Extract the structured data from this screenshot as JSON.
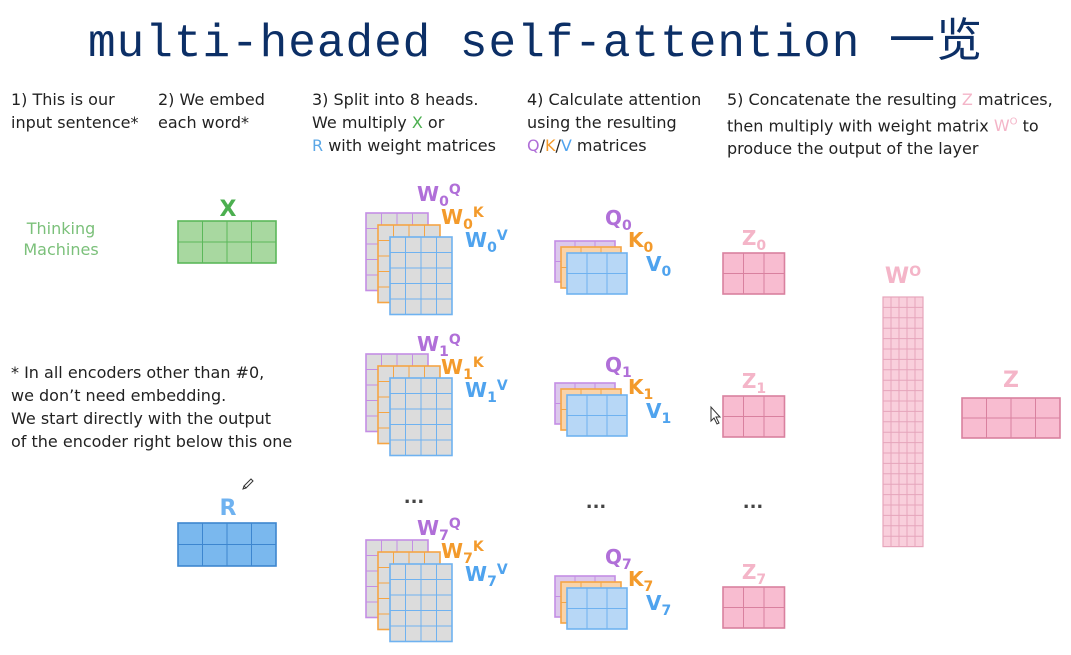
{
  "title": "multi-headed self-attention 一览",
  "steps": {
    "s1": {
      "line1": "1) This is our",
      "line2": "input sentence*"
    },
    "s2": {
      "line1": "2) We embed",
      "line2": "each word*"
    },
    "s3": {
      "line1": "3) Split into 8 heads.",
      "line2a": "We multiply ",
      "x": "X",
      "line2b": " or",
      "r": "R",
      "line3": " with weight matrices"
    },
    "s4": {
      "line1": "4) Calculate attention",
      "line2": "using the resulting",
      "q": "Q",
      "sep1": "/",
      "k": "K",
      "sep2": "/",
      "v": "V",
      "line3": " matrices"
    },
    "s5": {
      "line1a": "5) Concatenate the resulting ",
      "z": "Z",
      "line1b": " matrices,",
      "line2a": "then multiply with weight matrix ",
      "wo": "W",
      "wo_sup": "O",
      "line2b": " to",
      "line3": "produce the output of the layer"
    }
  },
  "input_sentence": {
    "word1": "Thinking",
    "word2": "Machines"
  },
  "note": {
    "line1": "* In all encoders other than #0,",
    "line2": "we don’t need embedding.",
    "line3": "We start directly with the output",
    "line4": "of the encoder right below this one"
  },
  "matrix_labels": {
    "x": "X",
    "r": "R",
    "wo": "W",
    "wo_sup": "O",
    "z": "Z"
  },
  "heads": [
    {
      "wq": "W",
      "wq_sub": "0",
      "wq_sup": "Q",
      "wk": "W",
      "wk_sub": "0",
      "wk_sup": "K",
      "wv": "W",
      "wv_sub": "0",
      "wv_sup": "V",
      "q": "Q",
      "q_sub": "0",
      "k": "K",
      "k_sub": "0",
      "v": "V",
      "v_sub": "0",
      "z": "Z",
      "z_sub": "0"
    },
    {
      "wq": "W",
      "wq_sub": "1",
      "wq_sup": "Q",
      "wk": "W",
      "wk_sub": "1",
      "wk_sup": "K",
      "wv": "W",
      "wv_sub": "1",
      "wv_sup": "V",
      "q": "Q",
      "q_sub": "1",
      "k": "K",
      "k_sub": "1",
      "v": "V",
      "v_sub": "1",
      "z": "Z",
      "z_sub": "1"
    },
    {
      "wq": "W",
      "wq_sub": "7",
      "wq_sup": "Q",
      "wk": "W",
      "wk_sub": "7",
      "wk_sup": "K",
      "wv": "W",
      "wv_sub": "7",
      "wv_sup": "V",
      "q": "Q",
      "q_sub": "7",
      "k": "K",
      "k_sub": "7",
      "v": "V",
      "v_sub": "7",
      "z": "Z",
      "z_sub": "7"
    }
  ],
  "ellipsis": "...",
  "colors": {
    "title": "#0c2f66",
    "x_fill": "#a8d8a0",
    "x_stroke": "#5bb85a",
    "r_fill": "#7ab8ee",
    "r_stroke": "#3d86cf",
    "grey_fill": "#dcdcdc",
    "grey_stroke": "#b9b9b9",
    "q_stroke": "#c48ee4",
    "k_stroke": "#f5a545",
    "v_stroke": "#6fb2f0",
    "v_fill": "#b7d7f6",
    "z_fill": "#f8bcd0",
    "z_stroke": "#d9819f",
    "wo_fill": "#f9cfdc",
    "wo_stroke": "#e6a5bb"
  }
}
